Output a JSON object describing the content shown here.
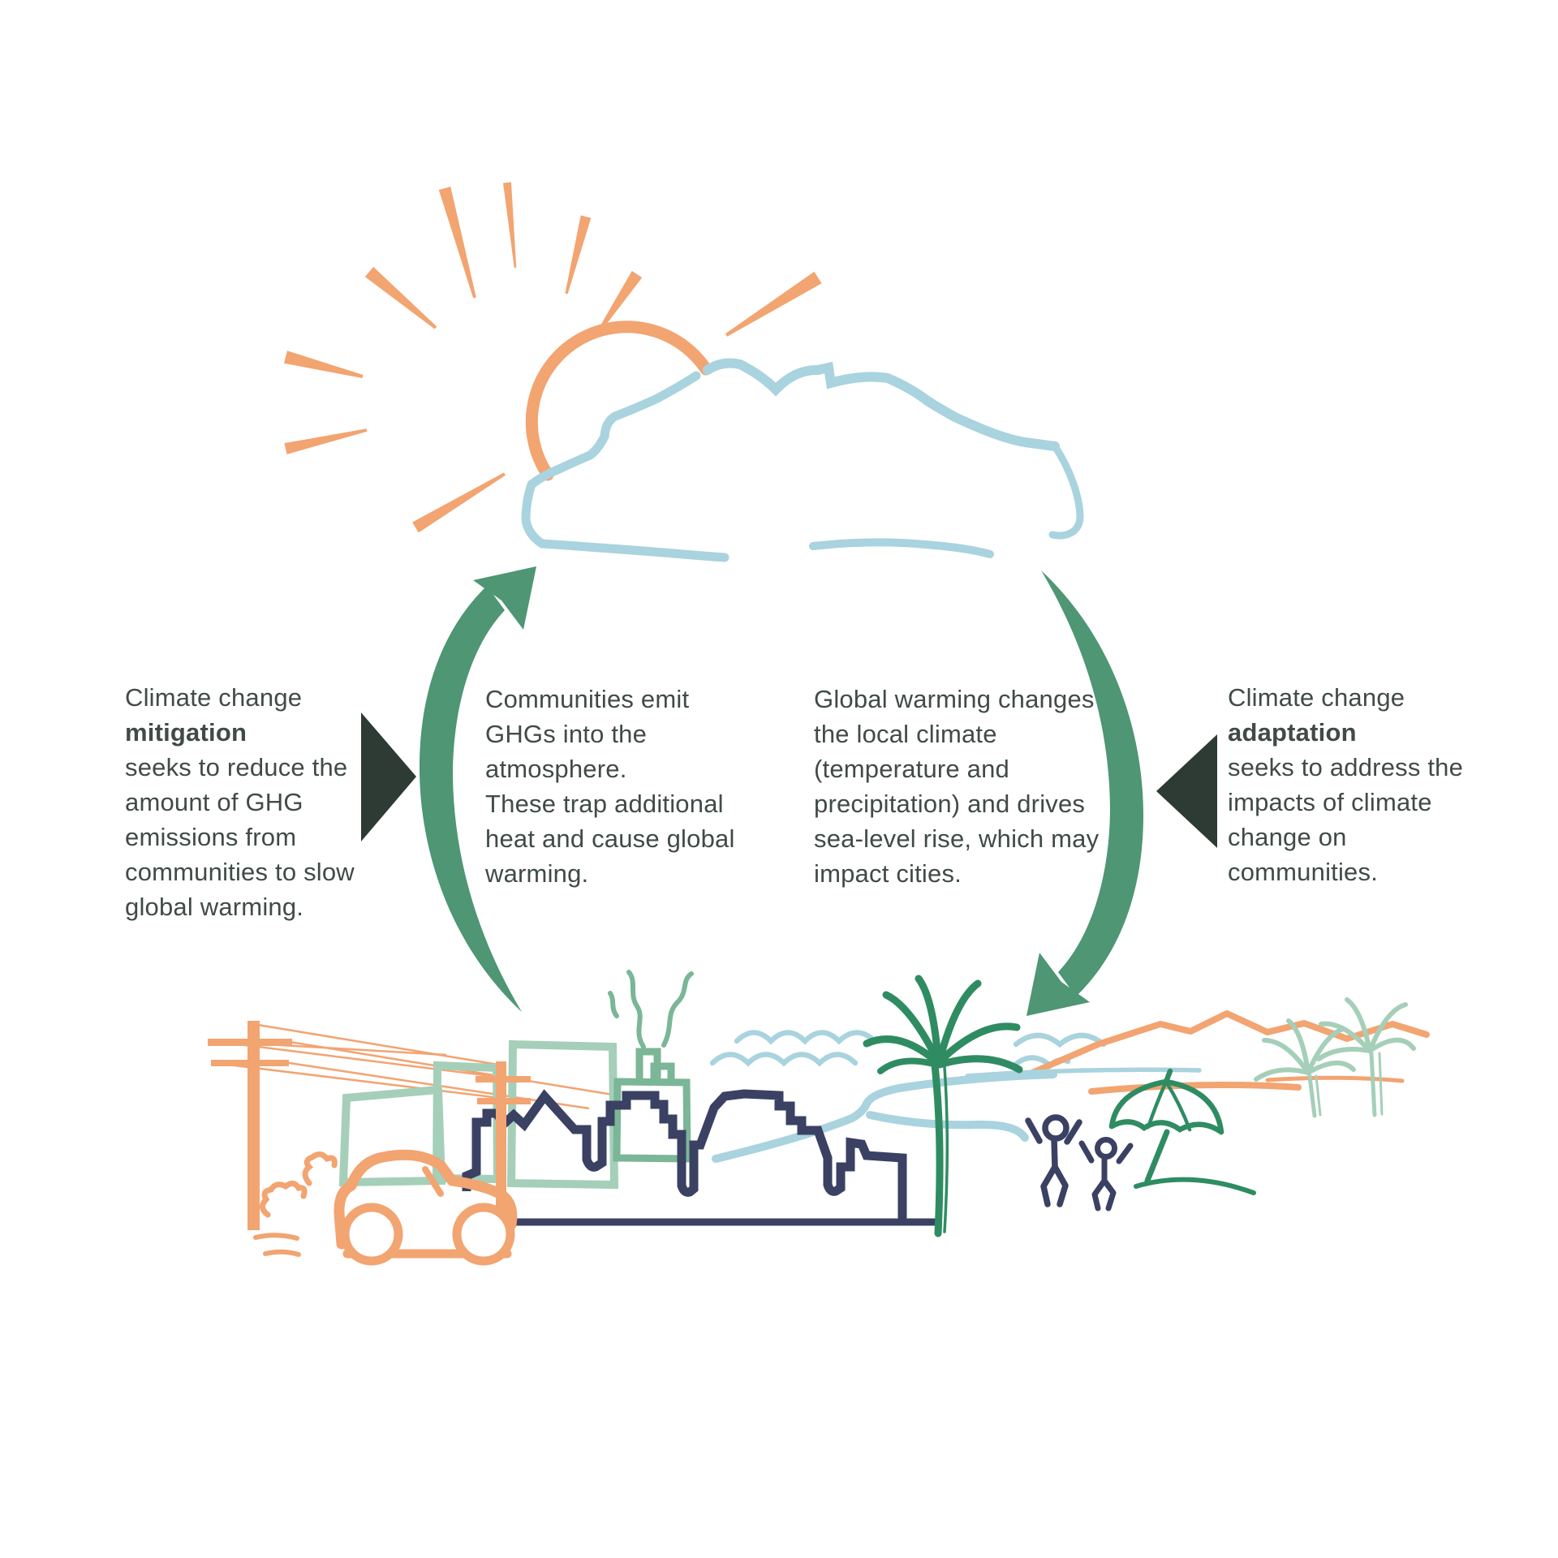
{
  "blocks": {
    "mitigation": {
      "lines": [
        "Climate change",
        "mitigation",
        "seeks to reduce the",
        "amount of GHG",
        "emissions from",
        "communities to slow",
        "global warming."
      ]
    },
    "emissions": {
      "lines": [
        "Communities emit",
        "GHGs into the",
        "atmosphere.",
        "These trap additional",
        "heat and cause global",
        "warming."
      ]
    },
    "warming_effects": {
      "lines": [
        "Global warming changes",
        "the local climate",
        "(temperature and",
        "precipitation) and drives",
        "sea-level rise, which may",
        "impact cities."
      ]
    },
    "adaptation": {
      "lines": [
        "Climate change",
        "adaptation",
        "seeks to address the",
        "impacts of climate",
        "change on",
        "communities."
      ]
    }
  },
  "icons": [
    "sun-icon",
    "cloud-icon",
    "cycle-arrow-up-icon",
    "cycle-arrow-down-icon",
    "pointer-triangle-right-icon",
    "pointer-triangle-left-icon",
    "power-pole-icon",
    "buildings-icon",
    "factory-icon",
    "smoke-icon",
    "city-skyline-icon",
    "car-icon",
    "exhaust-icon",
    "waves-icon",
    "river-swirl-icon",
    "palm-tree-icon",
    "mountains-icon",
    "beach-palms-icon",
    "people-icon",
    "beach-umbrella-icon"
  ],
  "colors": {
    "orange": "#F2A471",
    "light_blue": "#A9D3DE",
    "cycle_green": "#4E9674",
    "marker_dark": "#2E3B34",
    "text": "#404B46",
    "pale_green": "#A5CFB8",
    "mid_green": "#7BB697",
    "navy": "#3A4163",
    "palm_green": "#2F8C62"
  }
}
